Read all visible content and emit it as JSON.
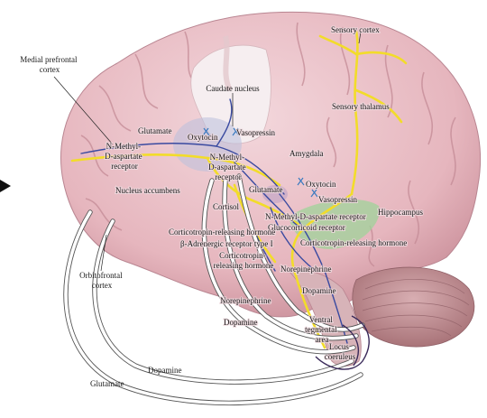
{
  "diagram": {
    "labels": {
      "medial_prefrontal_cortex": "Medial prefrontal cortex",
      "caudate_nucleus": "Caudate nucleus",
      "sensory_cortex": "Sensory cortex",
      "sensory_thalamus": "Sensory thalamus",
      "glutamate_1": "Glutamate",
      "oxytocin_1": "Oxytocin",
      "vasopressin_1": "Vasopressin",
      "nmda_receptor_1": "N-Methyl-D-aspartate receptor",
      "nmda_receptor_2": "N-Methyl-D-aspartate receptor",
      "amygdala": "Amygdala",
      "nucleus_accumbens": "Nucleus accumbens",
      "glutamate_2": "Glutamate",
      "oxytocin_2": "Oxytocin",
      "vasopressin_2": "Vasopressin",
      "hippocampus": "Hippocampus",
      "nmda_receptor_3": "N-Methyl-D-aspartate receptor",
      "glucocorticoid_receptor": "Glucocorticoid receptor",
      "cortisol": "Cortisol",
      "crh_1": "Corticotropin-releasing hormone",
      "crh_2": "Corticotropin-releasing hormone",
      "beta_adrenergic": "β-Adrenergic receptor type I",
      "crh_3": "Corticotropin-releasing hormone",
      "orbitofrontal_cortex": "Orbitofrontal cortex",
      "norepinephrine_1": "Norepinephrine",
      "norepinephrine_2": "Norepinephrine",
      "dopamine_1": "Dopamine",
      "dopamine_2": "Dopamine",
      "dopamine_3": "Dopamine",
      "ventral_tegmental_area": "Ventral tegmental area",
      "locus_coeruleus": "Locus coeruleus",
      "glutamate_3": "Glutamate"
    },
    "colors": {
      "brain": "#e8bfc6",
      "brain_shadow": "#c98e99",
      "white_matter": "#f6eef0",
      "pathway_yellow": "#f2dc2a",
      "pathway_blue": "#3a4aa0",
      "pathway_white": "#ffffff",
      "hippocampus_green": "#9fd39a",
      "cerebellum": "#c99a9f",
      "arrow": "#111111"
    },
    "icons": {
      "pointer": "arrow-right-icon"
    }
  }
}
